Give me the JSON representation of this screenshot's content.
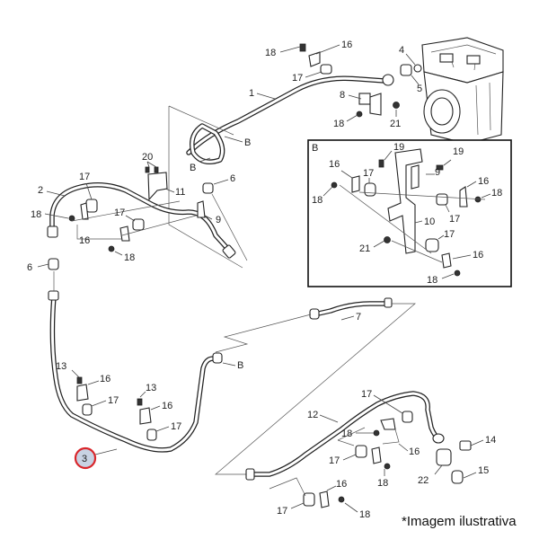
{
  "diagram": {
    "type": "exploded-parts-diagram",
    "highlighted_callout": {
      "label": "3",
      "fill": "#c8d2e3",
      "ring": "#d9262b"
    },
    "detail_box": {
      "label": "B"
    },
    "labels": {
      "top": [
        "18",
        "16",
        "17",
        "1",
        "8",
        "18",
        "21",
        "4",
        "5"
      ],
      "detail": [
        "19",
        "19",
        "16",
        "17",
        "9",
        "16",
        "18",
        "18",
        "17",
        "10",
        "17",
        "21",
        "16",
        "18"
      ],
      "left": [
        "20",
        "11",
        "6",
        "2",
        "17",
        "18",
        "16",
        "17",
        "9",
        "18",
        "6",
        "B",
        "B"
      ],
      "middle": [
        "7",
        "B",
        "13",
        "16",
        "17",
        "13",
        "16",
        "17"
      ],
      "bottom_right": [
        "17",
        "12",
        "18",
        "16",
        "17",
        "18",
        "14",
        "15",
        "22",
        "16",
        "17",
        "18"
      ]
    }
  },
  "caption": "*Imagem ilustrativa"
}
